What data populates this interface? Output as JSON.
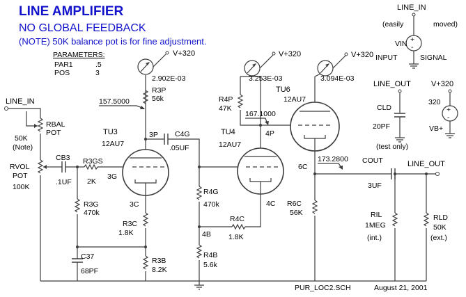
{
  "header": {
    "title": "LINE AMPLIFIER",
    "subtitle": "NO GLOBAL FEEDBACK",
    "note": "(NOTE) 50K balance pot is for fine adjustment."
  },
  "parameters": {
    "heading": "PARAMETERS:",
    "rows": [
      {
        "name": "PAR1",
        "value": ".5"
      },
      {
        "name": "POS",
        "value": "3"
      }
    ]
  },
  "supply": {
    "vplus": "V+320"
  },
  "meters": {
    "m1": "2.902E-03",
    "m2": "3.253E-03",
    "m3": "3.094E-03"
  },
  "probes": {
    "p1": "157.5000",
    "p2": "167.1000",
    "p3": "173.2800"
  },
  "tubes": {
    "tu3": "TU3",
    "tu3_type": "12AU7",
    "tu4": "TU4",
    "tu4_type": "12AU7",
    "tu6": "TU6",
    "tu6_type": "12AU7"
  },
  "nodes": {
    "n3p": "3P",
    "n3g": "3G",
    "n3c": "3C",
    "n4p": "4P",
    "n4b": "4B",
    "n4c": "4C",
    "n6c": "6C"
  },
  "components": {
    "r3p": {
      "name": "R3P",
      "value": "56k"
    },
    "r4p": {
      "name": "R4P",
      "value": "47K"
    },
    "c4g": {
      "name": "C4G",
      "value": ".05UF"
    },
    "rbal": {
      "name": "RBAL",
      "value": "POT",
      "value2": "50K",
      "note": "(Note)"
    },
    "rvol": {
      "name": "RVOL",
      "value": "POT",
      "value2": "100K"
    },
    "cb3": {
      "name": "CB3",
      "value": ".1UF"
    },
    "r3gs": {
      "name": "R3GS",
      "value": "2K"
    },
    "r3g": {
      "name": "R3G",
      "value": "470k"
    },
    "r3c": {
      "name": "R3C",
      "value": "1.8K"
    },
    "r3b": {
      "name": "R3B",
      "value": "8.2K"
    },
    "c37": {
      "name": "C37",
      "value": "68PF"
    },
    "r4g": {
      "name": "R4G",
      "value": "470k"
    },
    "r4c": {
      "name": "R4C",
      "value": "1.8K"
    },
    "r4b": {
      "name": "R4B",
      "value": "5.6k"
    },
    "r6c": {
      "name": "R6C",
      "value": "56K"
    },
    "cout": {
      "name": "COUT",
      "value": "3UF"
    },
    "ril": {
      "name": "RIL",
      "value": "1MEG",
      "note": "(int.)"
    },
    "rld": {
      "name": "RLD",
      "value": "50K",
      "note": "(ext.)"
    },
    "cld": {
      "name": "CLD",
      "value": "20PF",
      "note": "(test only)"
    }
  },
  "ports": {
    "line_in": "LINE_IN",
    "line_out": "LINE_OUT"
  },
  "sources": {
    "vin_name": "VIN",
    "vin_top": "(easily",
    "vin_top2": "moved)",
    "vin_left": "INPUT",
    "vin_right": "SIGNAL",
    "vb_name": "VB+",
    "vb_value": "320"
  },
  "footer": {
    "file": "PUR_LOC2.SCH",
    "date": "August 21, 2001"
  }
}
